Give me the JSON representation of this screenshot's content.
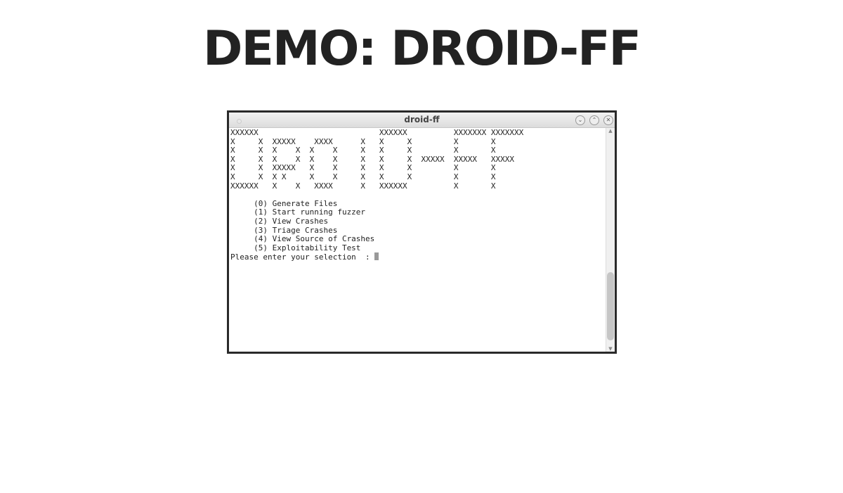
{
  "heading": "DEMO: DROID-FF",
  "window": {
    "title": "droid-ff",
    "buttons": {
      "minimize": "chevron-down-icon",
      "maximize": "chevron-up-icon",
      "close": "close-icon"
    }
  },
  "terminal": {
    "banner": [
      "XXXXXX                          XXXXXX          XXXXXXX XXXXXXX",
      "X     X  XXXXX    XXXX      X   X     X         X       X",
      "X     X  X    X  X    X     X   X     X         X       X",
      "X     X  X    X  X    X     X   X     X  XXXXX  XXXXX   XXXXX",
      "X     X  XXXXX   X    X     X   X     X         X       X",
      "X     X  X X     X    X     X   X     X         X       X",
      "XXXXXX   X    X   XXXX      X   XXXXXX          X       X"
    ],
    "menu": [
      "     (0) Generate Files",
      "     (1) Start running fuzzer",
      "     (2) View Crashes",
      "     (3) Triage Crashes",
      "     (4) View Source of Crashes",
      "     (5) Exploitability Test"
    ],
    "prompt": "Please enter your selection  : "
  }
}
